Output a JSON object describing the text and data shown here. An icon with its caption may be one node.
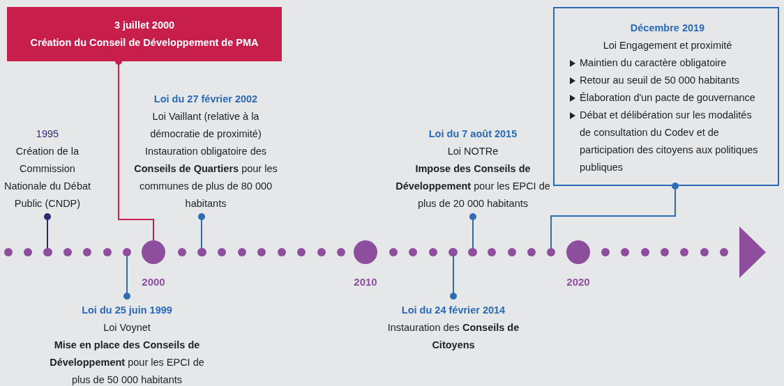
{
  "diagram": {
    "nodes": [
      {
        "text": [
          "3 juillet 2000",
          "Création du Conseil de Développement de PMA"
        ]
      },
      {
        "text": [
          "Décembre 2019",
          "Loi Engagement et proximité",
          "Maintien du caractère obligatoire",
          "Retour au seuil de 50 000 habitants",
          "Élaboration d'un pacte de gouvernance",
          "Débat et délibération sur les modalités de consultation du Codev et de participation des citoyens aux politiques publiques"
        ]
      },
      {
        "text": [
          "Loi du 27 février 2002",
          "Loi Vaillant (relative à la démocratie de proximité)",
          "Instauration obligatoire des **Conseils de Quartiers** pour les communes de plus de 80 000 habitants"
        ]
      },
      {
        "text": [
          "1995",
          "Création de la Commission Nationale du Débat Public (CNDP)"
        ]
      },
      {
        "text": [
          "Loi du 7 août 2015",
          "Loi NOTRe",
          "**Impose des Conseils de Développement** pour les EPCI de plus de 20 000 habitants"
        ]
      },
      {
        "text": [
          "Loi du 25 juin 1999",
          "Loi Voynet",
          "**Mise en place des Conseils de Développement** pour les EPCI de plus de 50  000 habitants"
        ]
      },
      {
        "text": [
          "Loi du 24 février 2014",
          "Instauration des **Conseils de Citoyens**"
        ]
      },
      {
        "text": [],
        "shape": "circle"
      },
      {
        "text": [],
        "shape": "circle"
      },
      {
        "text": [],
        "shape": "circle"
      },
      {
        "text": [],
        "shape": "circle"
      },
      {
        "text": [],
        "shape": "circle"
      },
      {
        "text": [],
        "shape": "circle"
      },
      {
        "text": [],
        "shape": "circle"
      }
    ],
    "edges": [
      {
        "from": 3,
        "to": 7,
        "arrow": "other",
        "color": "#2e2a6e"
      },
      {
        "from": 5,
        "to": 8,
        "arrow": "other"
      },
      {
        "from": 0,
        "to": 9,
        "arrow": "other",
        "color": "#c81e4b"
      },
      {
        "from": 2,
        "to": 10,
        "arrow": "other"
      },
      {
        "from": 6,
        "to": 11,
        "arrow": "other"
      },
      {
        "from": 4,
        "to": 12,
        "arrow": "other"
      },
      {
        "from": 1,
        "to": 13,
        "arrow": "other"
      }
    ],
    "labels": [
      "2000",
      "2010",
      "2020"
    ]
  }
}
